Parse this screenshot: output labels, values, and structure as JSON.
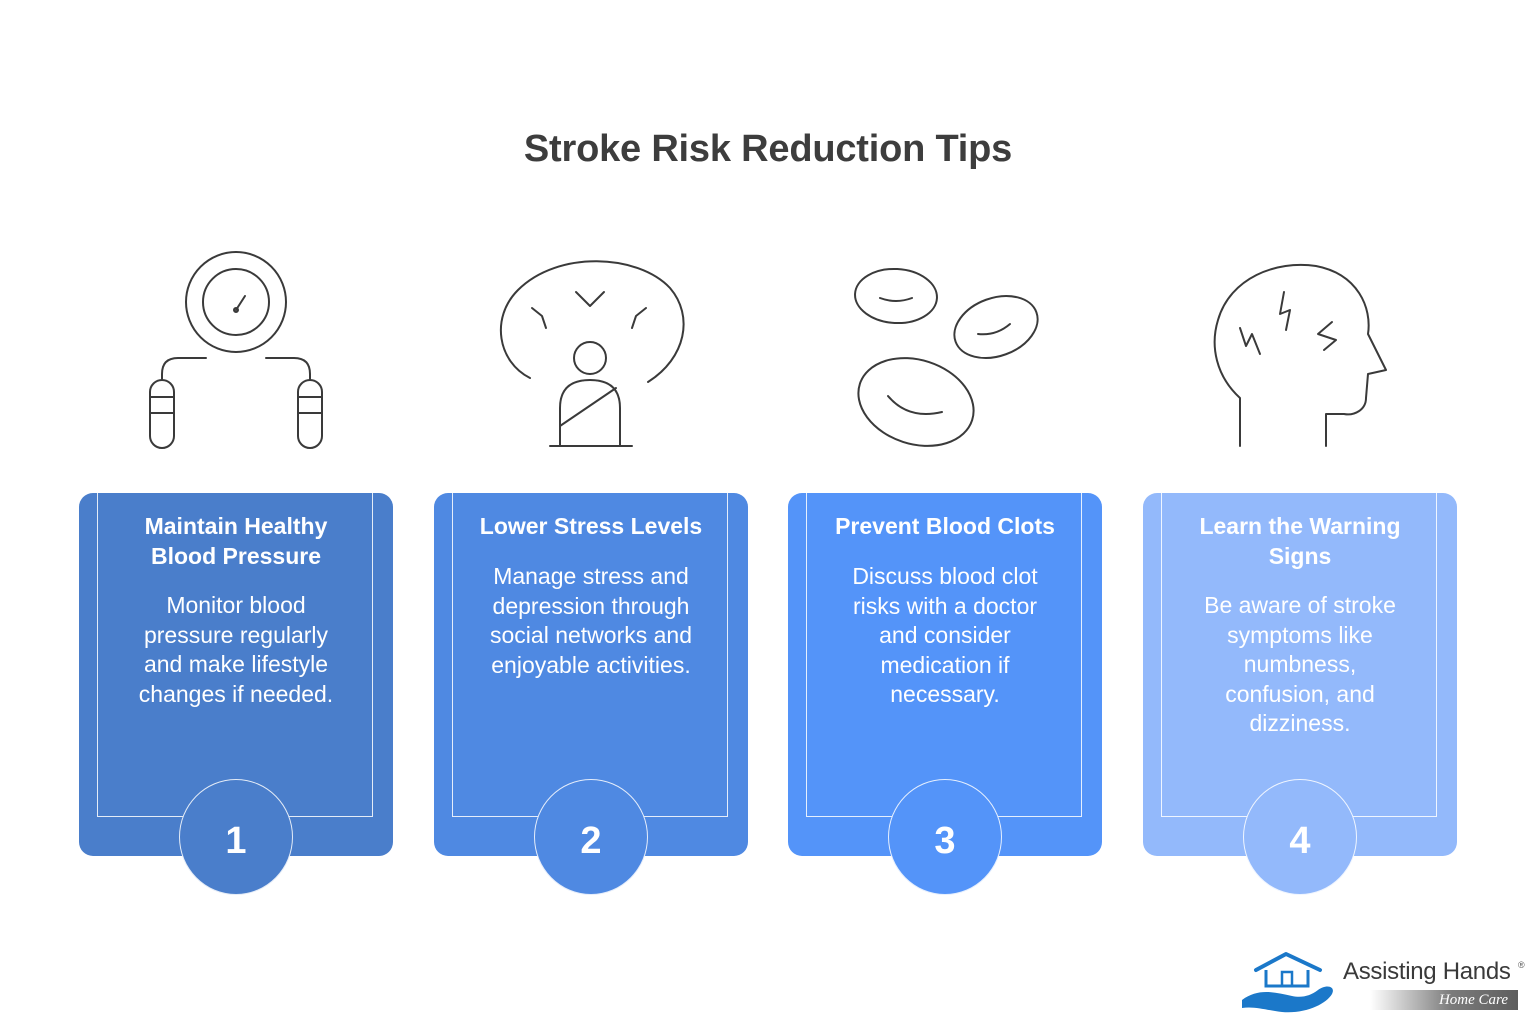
{
  "title": "Stroke Risk Reduction Tips",
  "colors": {
    "card_1": "#4a7ecb",
    "card_2": "#4f89e2",
    "card_3": "#5494f9",
    "card_4": "#93b9fb",
    "title_text": "#3d3d3d",
    "logo_blue": "#1b78c9"
  },
  "cards": [
    {
      "number": "1",
      "title_lines": [
        "Maintain Healthy",
        "Blood Pressure"
      ],
      "body_lines": [
        "Monitor blood",
        "pressure regularly",
        "and make lifestyle",
        "changes if needed."
      ],
      "icon": "blood-pressure-monitor-icon"
    },
    {
      "number": "2",
      "title_lines": [
        "Lower Stress Levels"
      ],
      "body_lines": [
        "Manage stress and",
        "depression through",
        "social networks and",
        "enjoyable activities."
      ],
      "icon": "stressed-person-icon"
    },
    {
      "number": "3",
      "title_lines": [
        "Prevent Blood Clots"
      ],
      "body_lines": [
        "Discuss blood clot",
        "risks with a doctor",
        "and consider",
        "medication if",
        "necessary."
      ],
      "icon": "blood-cells-icon"
    },
    {
      "number": "4",
      "title_lines": [
        "Learn the Warning",
        "Signs"
      ],
      "body_lines": [
        "Be aware of stroke",
        "symptoms like",
        "numbness,",
        "confusion, and",
        "dizziness."
      ],
      "icon": "head-lightning-icon"
    }
  ],
  "logo": {
    "name": "Assisting Hands",
    "registered": "®",
    "subtitle": "Home Care",
    "icon": "house-in-hand-icon"
  }
}
